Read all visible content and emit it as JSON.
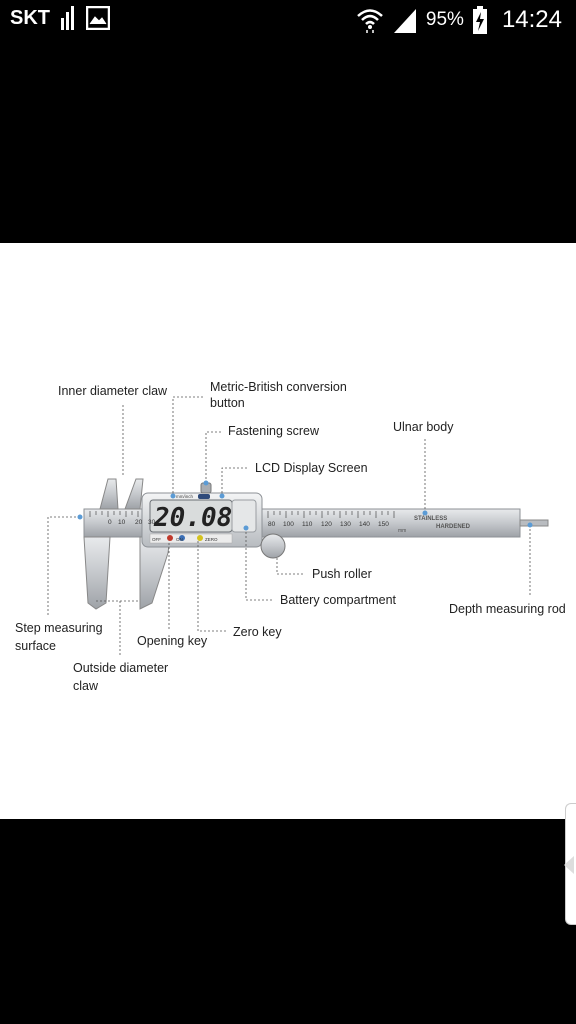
{
  "status_bar": {
    "carrier": "SKT",
    "battery_percent": "95%",
    "time": "14:24",
    "icons": [
      "signal-bars-icon",
      "image-icon",
      "wifi-icon",
      "cell-signal-icon",
      "battery-charging-icon"
    ]
  },
  "caliper": {
    "lcd_reading": "20.08",
    "mode_label": "mm/inch",
    "button_labels": {
      "off": "OFF",
      "on": "ON",
      "zero": "ZERO"
    },
    "scale_ticks": [
      "0",
      "10",
      "20",
      "30",
      "80",
      "100",
      "110",
      "120",
      "130",
      "140",
      "150"
    ],
    "unit": "mm",
    "stamp_line1": "STAINLESS",
    "stamp_line2": "HARDENED"
  },
  "callouts": {
    "inner_diameter_claw": "Inner diameter claw",
    "metric_british_line1": "Metric-British conversion",
    "metric_british_line2": "button",
    "fastening_screw": "Fastening screw",
    "lcd_display_screen": "LCD Display Screen",
    "ulnar_body": "Ulnar body",
    "push_roller": "Push roller",
    "battery_compartment": "Battery compartment",
    "depth_measuring_rod": "Depth measuring rod",
    "zero_key": "Zero key",
    "opening_key": "Opening key",
    "step_measuring_line1": "Step measuring",
    "step_measuring_line2": "surface",
    "outside_diameter_line1": "Outside diameter",
    "outside_diameter_line2": "claw"
  },
  "colors": {
    "accent_dot": "#5b9bd5",
    "metal": "#c9ccd1",
    "lcd": "#d9dcdc"
  }
}
